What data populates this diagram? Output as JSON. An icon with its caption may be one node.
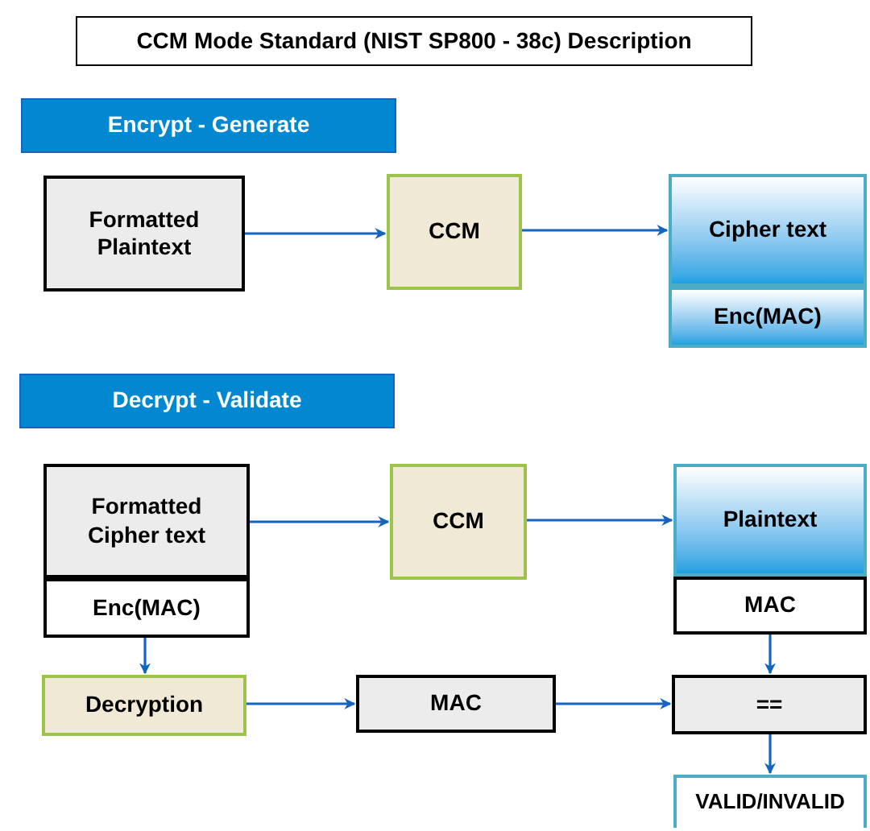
{
  "diagram": {
    "title": "CCM Mode Standard (NIST SP800 - 38c) Description",
    "nodes": [
      {
        "text": [
          "Encrypt - Generate"
        ]
      },
      {
        "text": [
          "Formatted Plaintext"
        ]
      },
      {
        "text": [
          "CCM"
        ]
      },
      {
        "text": [
          "Cipher text"
        ]
      },
      {
        "text": [
          "Enc(MAC)"
        ]
      },
      {
        "text": [
          "Decrypt - Validate"
        ]
      },
      {
        "text": [
          "Formatted Cipher text"
        ]
      },
      {
        "text": [
          "Enc(MAC)"
        ]
      },
      {
        "text": [
          "CCM"
        ]
      },
      {
        "text": [
          "Plaintext"
        ]
      },
      {
        "text": [
          "MAC"
        ]
      },
      {
        "text": [
          "Decryption"
        ]
      },
      {
        "text": [
          "MAC"
        ]
      },
      {
        "text": [
          "=="
        ]
      },
      {
        "text": [
          "VALID/INVALID"
        ]
      }
    ],
    "edges": [
      {
        "from": 1,
        "to": 2,
        "arrow": "to"
      },
      {
        "from": 2,
        "to": 3,
        "arrow": "to"
      },
      {
        "from": 6,
        "to": 8,
        "arrow": "to"
      },
      {
        "from": 8,
        "to": 9,
        "arrow": "to"
      },
      {
        "from": 7,
        "to": 11,
        "arrow": "to"
      },
      {
        "from": 10,
        "to": 13,
        "arrow": "to"
      },
      {
        "from": 11,
        "to": 12,
        "arrow": "to"
      },
      {
        "from": 12,
        "to": 13,
        "arrow": "to"
      },
      {
        "from": 13,
        "to": 14,
        "arrow": "to"
      }
    ]
  }
}
